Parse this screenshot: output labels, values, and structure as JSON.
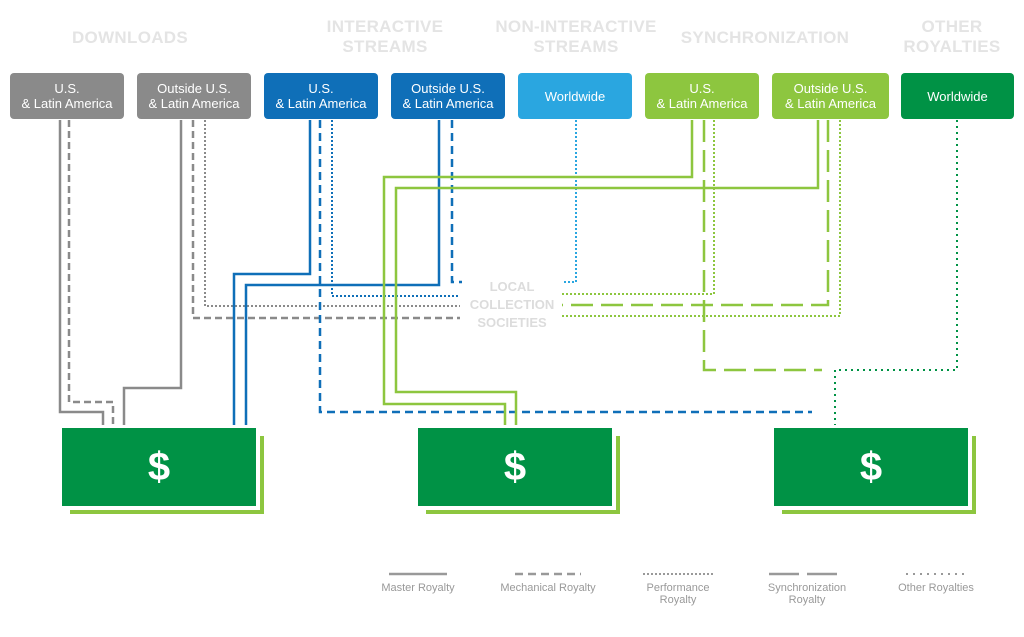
{
  "headers": {
    "downloads": "DOWNLOADS",
    "interactive_1": "INTERACTIVE",
    "interactive_2": "STREAMS",
    "noninteractive_1": "NON-INTERACTIVE",
    "noninteractive_2": "STREAMS",
    "sync": "SYNCHRONIZATION",
    "other_1": "OTHER",
    "other_2": "ROYALTIES"
  },
  "sources": [
    {
      "line1": "U.S.",
      "line2": "& Latin America"
    },
    {
      "line1": "Outside U.S.",
      "line2": "& Latin America"
    },
    {
      "line1": "U.S.",
      "line2": "& Latin America"
    },
    {
      "line1": "Outside U.S.",
      "line2": "& Latin America"
    },
    {
      "line1": "Worldwide",
      "line2": ""
    },
    {
      "line1": "U.S.",
      "line2": "& Latin America"
    },
    {
      "line1": "Outside U.S.",
      "line2": "& Latin America"
    },
    {
      "line1": "Worldwide",
      "line2": ""
    }
  ],
  "local_collection": {
    "line1": "LOCAL",
    "line2": "COLLECTION",
    "line3": "SOCIETIES"
  },
  "payouts": [
    {
      "symbol": "$"
    },
    {
      "symbol": "$"
    },
    {
      "symbol": "$"
    }
  ],
  "legend": [
    {
      "label": "Master Royalty",
      "icon": "solid-line"
    },
    {
      "label": "Mechanical Royalty",
      "icon": "dashed-line"
    },
    {
      "label": "Performance Royalty",
      "icon": "dotted-line"
    },
    {
      "label": "Synchronization Royalty",
      "icon": "long-dash-line"
    },
    {
      "label": "Other Royalties",
      "icon": "sparse-dot-line"
    }
  ],
  "colors": {
    "gray": "#8a8a8a",
    "blue": "#0f6fb8",
    "light_blue": "#2aa6e0",
    "green": "#8dc63f",
    "dark_green": "#009245",
    "header_text": "#e4e4e4"
  }
}
